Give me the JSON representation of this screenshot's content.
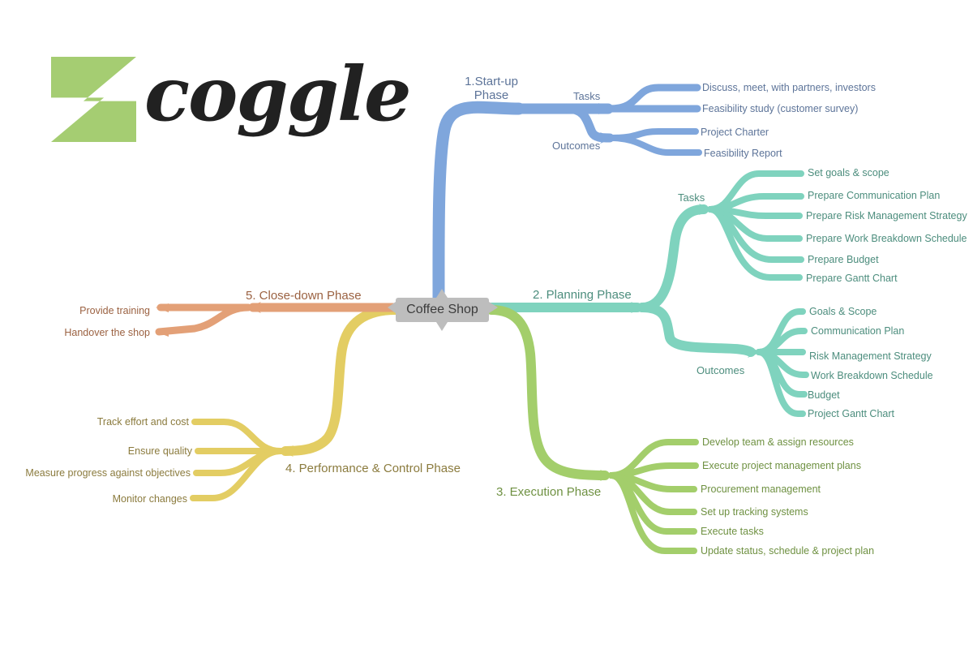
{
  "app": {
    "name": "Coggle",
    "logo_word": "coggle",
    "logo_mark": "coggle-lightning-square"
  },
  "palette": {
    "blue": "#7fa6dc",
    "teal": "#7fd3be",
    "green": "#a3ce6b",
    "yellow": "#e3cd63",
    "orange": "#e3a077",
    "root_fill": "#bdbdbd",
    "blue_text": "#5d7499",
    "teal_text": "#4c8d7d",
    "green_text": "#6f9142",
    "yellow_text": "#8b7b3e",
    "orange_text": "#9b6242",
    "background": "#ffffff"
  },
  "mindmap": {
    "root": "Coffee Shop",
    "branches": [
      {
        "id": "startup",
        "label": "1.Start-up\nPhase",
        "label_line1": "1.Start-up",
        "label_line2": "Phase",
        "color": "#7fa6dc",
        "groups": [
          {
            "label": "Tasks",
            "leaves": [
              "Discuss, meet, with partners, investors",
              "Feasibility study (customer survey)"
            ]
          },
          {
            "label": "Outcomes",
            "leaves": [
              "Project Charter",
              "Feasibility Report"
            ]
          }
        ]
      },
      {
        "id": "planning",
        "label": "2.  Planning Phase",
        "color": "#7fd3be",
        "groups": [
          {
            "label": "Tasks",
            "leaves": [
              "Set goals & scope",
              "Prepare Communication Plan",
              "Prepare Risk Management Strategy",
              "Prepare Work Breakdown Schedule",
              "Prepare Budget",
              "Prepare Gantt Chart"
            ]
          },
          {
            "label": "Outcomes",
            "leaves": [
              "Goals & Scope",
              "Communication Plan",
              "Risk Management Strategy",
              "Work Breakdown Schedule",
              "Budget",
              "Project Gantt Chart"
            ]
          }
        ]
      },
      {
        "id": "execution",
        "label": "3.  Execution Phase",
        "color": "#a3ce6b",
        "groups": [
          {
            "label": "",
            "leaves": [
              "Develop team & assign resources",
              "Execute project management plans",
              "Procurement management",
              "Set up tracking systems",
              "Execute tasks",
              "Update status, schedule & project plan"
            ]
          }
        ]
      },
      {
        "id": "performance",
        "label": "4.  Performance & Control Phase",
        "color": "#e3cd63",
        "groups": [
          {
            "label": "",
            "leaves": [
              "Track effort and cost",
              "Ensure quality",
              "Measure progress against objectives",
              "Monitor changes"
            ]
          }
        ]
      },
      {
        "id": "closedown",
        "label": "5.  Close-down Phase",
        "color": "#e3a077",
        "groups": [
          {
            "label": "",
            "leaves": [
              "Provide training",
              "Handover the shop"
            ]
          }
        ]
      }
    ]
  }
}
